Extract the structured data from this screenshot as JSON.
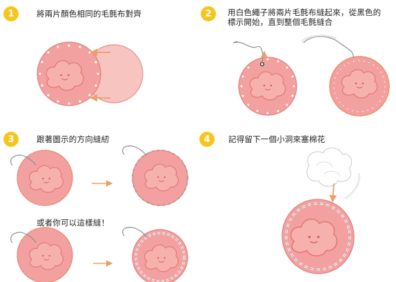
{
  "steps": [
    {
      "number": "1",
      "text": "將兩片顏色相同的毛氈布對齊"
    },
    {
      "number": "2",
      "text_line1": "用白色繩子將兩片毛氈布縫起來，從黑色的",
      "text_line2": "標示開始，直到整個毛氈縫合"
    },
    {
      "number": "3",
      "text": "跟著圖示的方向縫紉",
      "alt_text": "或者你可以這樣縫！"
    },
    {
      "number": "4",
      "text": "記得留下一個小洞來塞棉花"
    }
  ],
  "colors": {
    "badge": "#f7c61e",
    "felt": "#f2a1a0",
    "felt_light": "#f7b8b4",
    "felt_edge": "#e3807d",
    "arrow": "#e9a06a",
    "stitch_orange": "#f0a35a",
    "stitch_gray": "#8a8f98"
  }
}
